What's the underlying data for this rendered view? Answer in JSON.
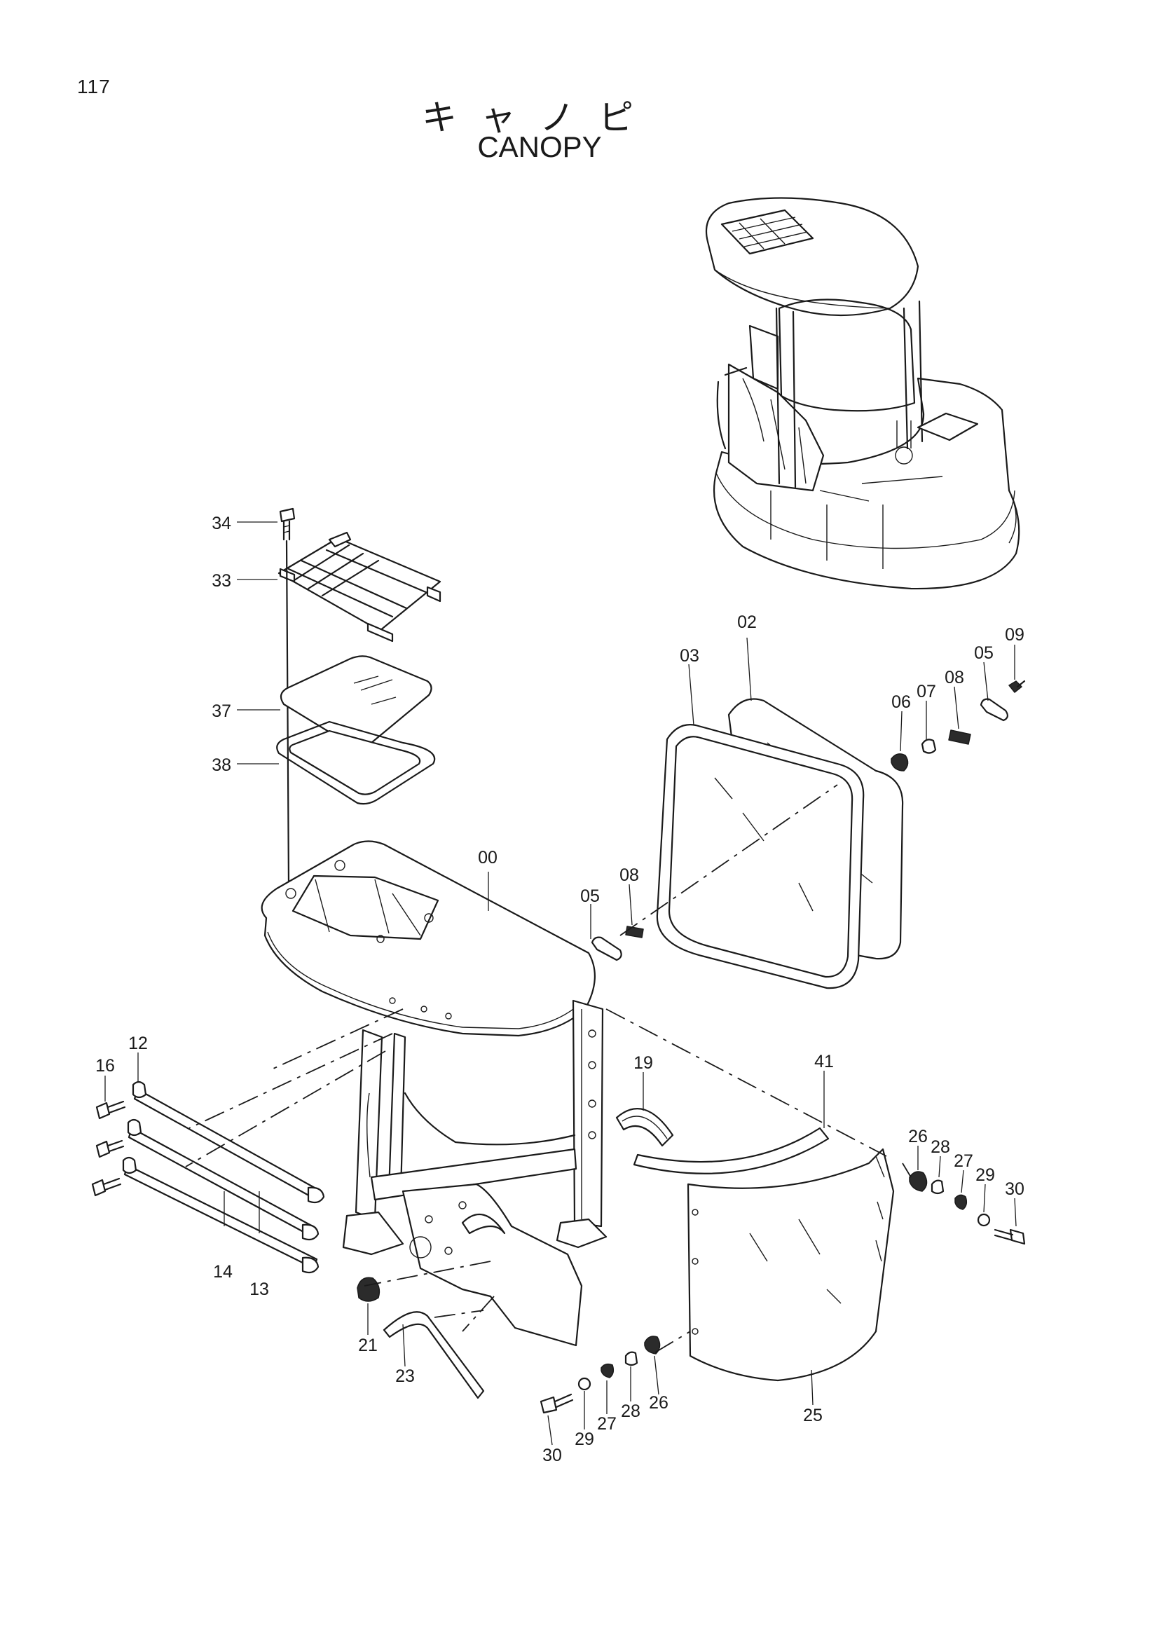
{
  "page": {
    "number": "117",
    "title_jp": "キャノピ",
    "title_en": "CANOPY"
  },
  "callouts": {
    "c00": "00",
    "c02": "02",
    "c03": "03",
    "c05a": "05",
    "c05b": "05",
    "c06": "06",
    "c07": "07",
    "c08a": "08",
    "c08b": "08",
    "c09": "09",
    "c12": "12",
    "c13": "13",
    "c14": "14",
    "c16": "16",
    "c19": "19",
    "c21": "21",
    "c23": "23",
    "c25": "25",
    "c26a": "26",
    "c26b": "26",
    "c27a": "27",
    "c27b": "27",
    "c28a": "28",
    "c28b": "28",
    "c29a": "29",
    "c29b": "29",
    "c30a": "30",
    "c30b": "30",
    "c33": "33",
    "c34": "34",
    "c37": "37",
    "c38": "38",
    "c41": "41"
  }
}
